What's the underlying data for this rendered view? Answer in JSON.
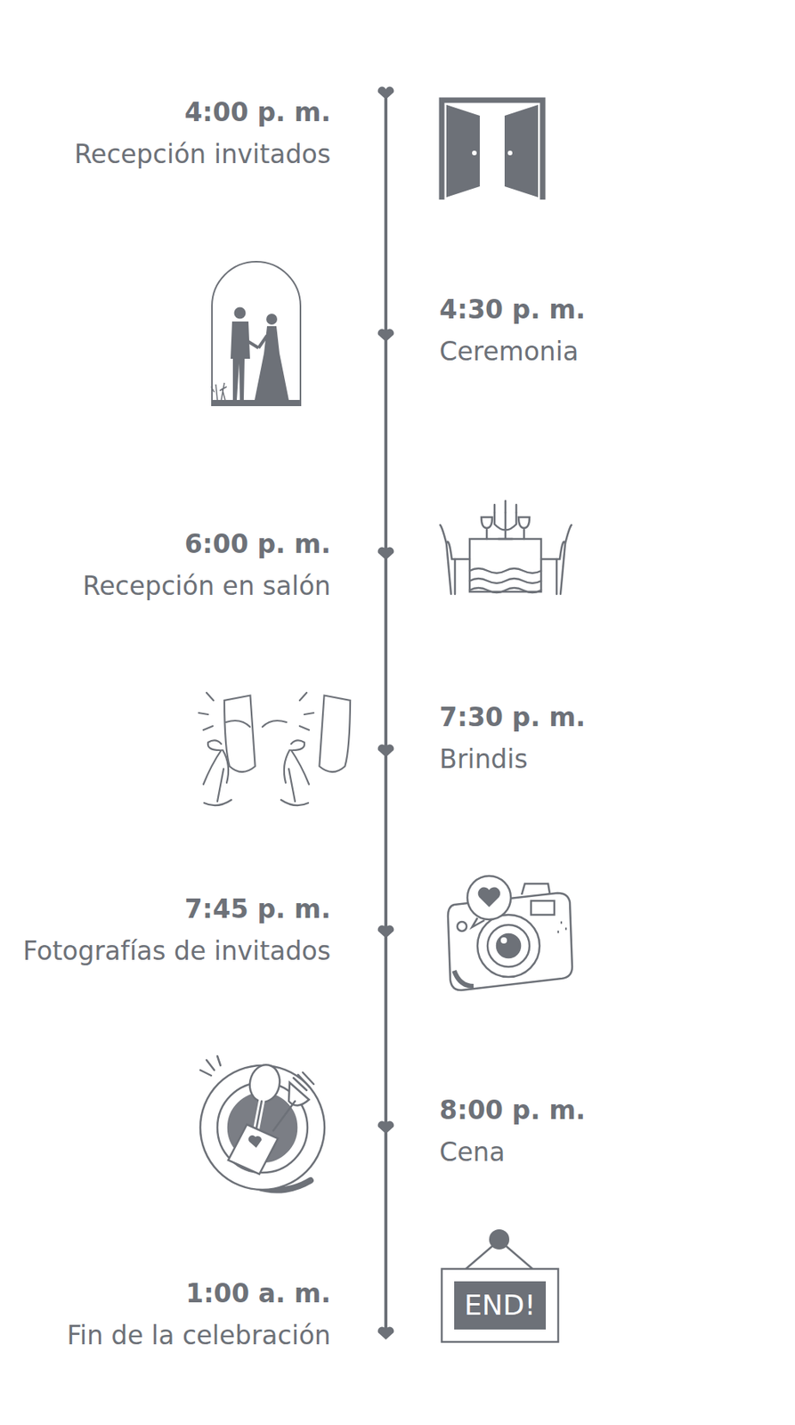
{
  "diagram": {
    "nodes": [
      {
        "text": [
          "4:00 p. m.",
          "Recepción invitados"
        ]
      },
      {
        "text": [
          "4:30 p. m.",
          "Ceremonia"
        ]
      },
      {
        "text": [
          "6:00 p. m.",
          "Recepción en salón"
        ]
      },
      {
        "text": [
          "7:30 p. m.",
          "Brindis"
        ]
      },
      {
        "text": [
          "7:45 p. m.",
          "Fotografías de invitados"
        ]
      },
      {
        "text": [
          "8:00 p. m.",
          "Cena"
        ]
      },
      {
        "text": [
          "1:00 a. m.",
          "Fin de la celebración"
        ]
      }
    ],
    "labels": [
      "END!"
    ]
  }
}
